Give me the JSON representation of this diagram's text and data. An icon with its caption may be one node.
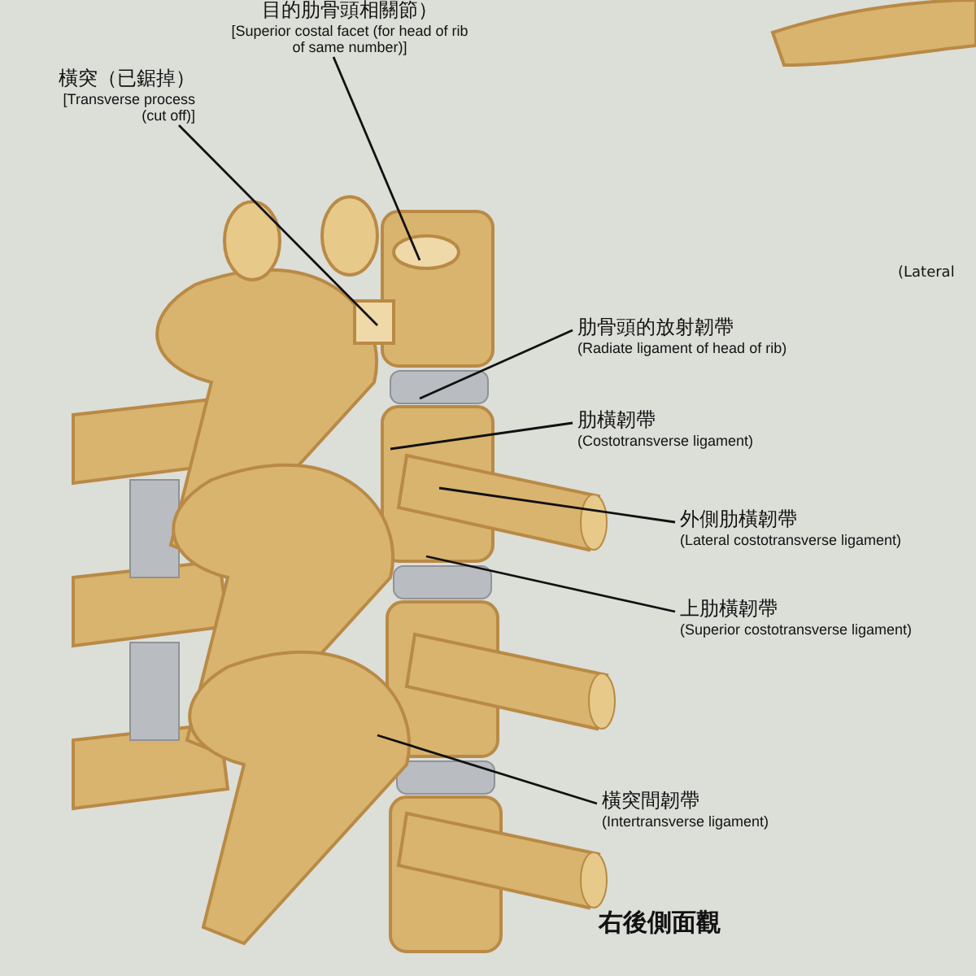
{
  "diagram": {
    "nodes": [
      {
        "text": [
          "目的肋骨頭相關節）",
          "[Superior costal facet (for head of rib of same number)]"
        ]
      },
      {
        "text": [
          "橫突（已鋸掉）",
          "[Transverse process (cut off)]"
        ]
      },
      {
        "text": [
          "肋骨頭的放射韌帶",
          "(Radiate ligament of head of rib)"
        ]
      },
      {
        "text": [
          "肋橫韌帶",
          "(Costotransverse ligament)"
        ]
      },
      {
        "text": [
          "外側肋橫韌帶",
          "(Lateral costotransverse ligament)"
        ]
      },
      {
        "text": [
          "上肋橫韌帶",
          "(Superior costotransverse ligament)"
        ]
      },
      {
        "text": [
          "橫突間韌帶",
          "(Intertransverse ligament)"
        ]
      }
    ],
    "edges": [
      {
        "from": 0,
        "to": null,
        "arrow": "none"
      },
      {
        "from": 1,
        "to": null,
        "arrow": "none"
      },
      {
        "from": 2,
        "to": null,
        "arrow": "none"
      },
      {
        "from": 3,
        "to": null,
        "arrow": "none"
      },
      {
        "from": 4,
        "to": null,
        "arrow": "none"
      },
      {
        "from": 5,
        "to": null,
        "arrow": "none"
      },
      {
        "from": 6,
        "to": null,
        "arrow": "none"
      }
    ],
    "labels": [
      "右後側面觀",
      "(Lateral"
    ]
  }
}
